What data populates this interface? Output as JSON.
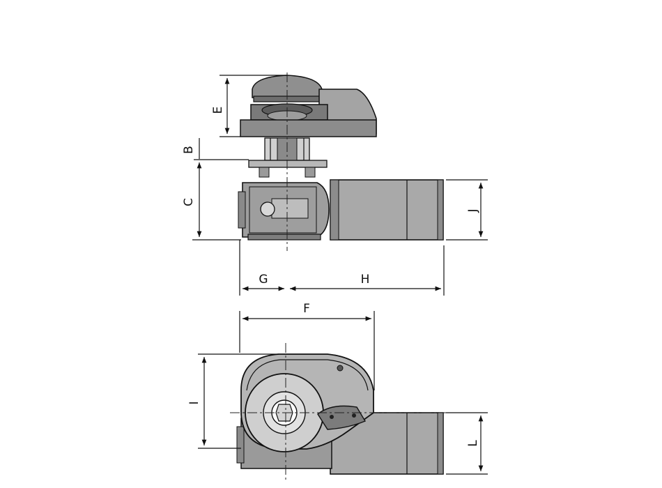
{
  "dimension_labels": {
    "A": "",
    "B": "B",
    "C": "C",
    "E": "E",
    "F": "F",
    "G": "G",
    "H": "H",
    "I": "I",
    "J": "J",
    "L": "L"
  },
  "colors": {
    "line": "#111111",
    "body_fill": "#9a9a9a",
    "dark_fill": "#6e6e6e",
    "light_fill": "#c4c4c4",
    "background": "#ffffff"
  }
}
